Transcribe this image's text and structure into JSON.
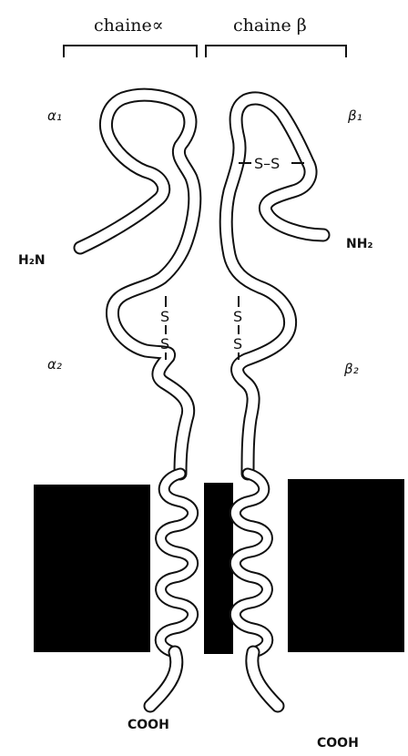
{
  "header": {
    "alpha_chain_label": "chaine∝",
    "beta_chain_label": "chaine β"
  },
  "alpha_chain": {
    "domain1_label": "α₁",
    "domain2_label": "α₂",
    "n_terminus_label": "H₂N",
    "disulfide_s_top": "S",
    "disulfide_s_bottom": "S",
    "c_terminus_label": "COOH"
  },
  "beta_chain": {
    "domain1_label": "β₁",
    "domain2_label": "β₂",
    "n_terminus_label": "NH₂",
    "disulfide_top_bond": "S–S",
    "disulfide_s_top": "S",
    "disulfide_s_bottom": "S",
    "c_terminus_label": "COOH"
  },
  "colors": {
    "ink": "#111111",
    "membrane": "#000000",
    "background": "#ffffff"
  }
}
